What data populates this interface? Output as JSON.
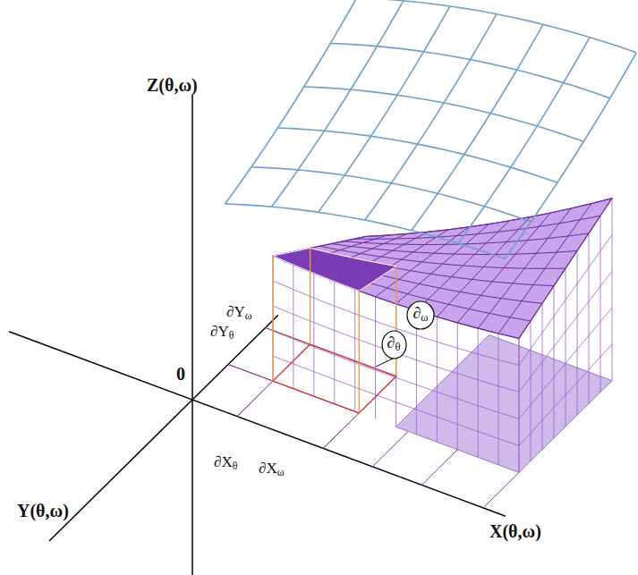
{
  "diagram": {
    "nodes": [
      {
        "text": [
          "∂ω"
        ]
      },
      {
        "text": [
          "∂θ"
        ]
      }
    ],
    "labels": [
      "Z(θ,ω)",
      "0",
      "∂Yω",
      "∂Yθ",
      "∂Xθ",
      "∂Xω",
      "Y(θ,ω)",
      "X(θ,ω)"
    ]
  }
}
